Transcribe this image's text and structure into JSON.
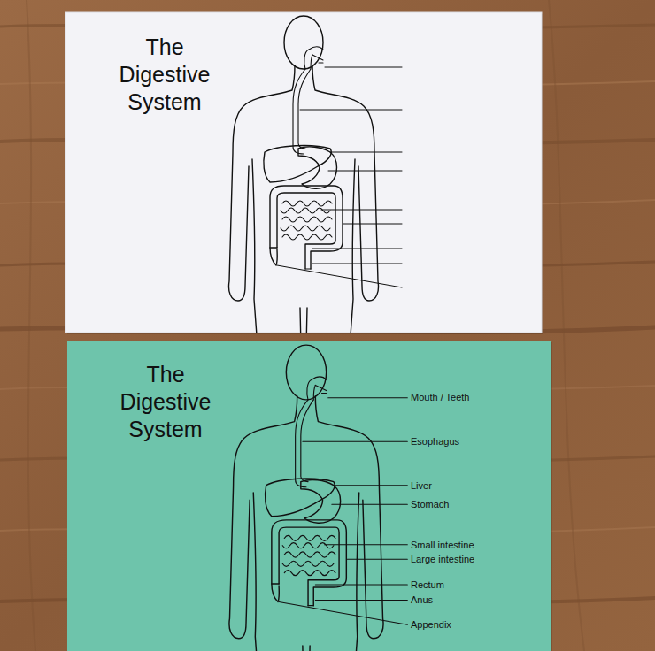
{
  "diagram": {
    "nodes": [
      {
        "text": [
          "The Digestive System"
        ]
      },
      {
        "text": [
          "The Digestive System"
        ]
      }
    ],
    "labels": [
      "Mouth / Teeth",
      "Esophagus",
      "Liver",
      "Stomach",
      "Small intestine",
      "Large intestine",
      "Rectum",
      "Anus",
      "Appendix"
    ]
  }
}
